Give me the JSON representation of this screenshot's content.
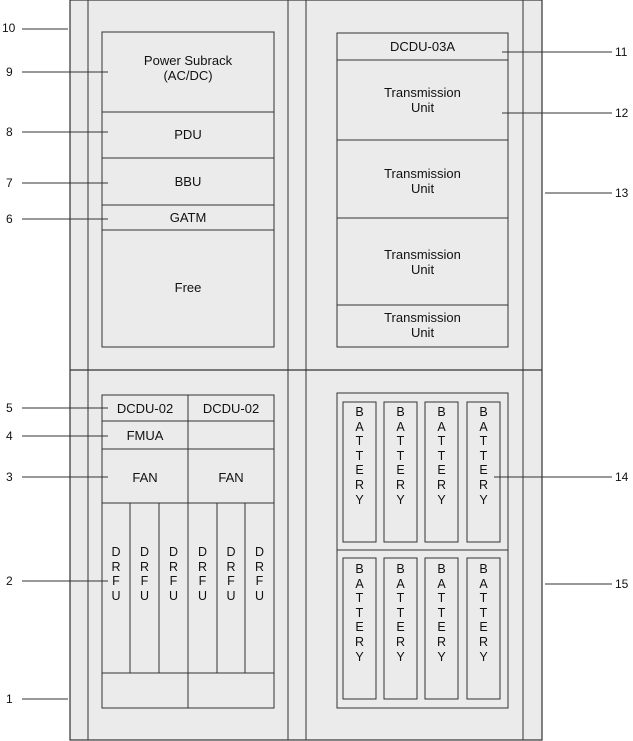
{
  "callouts": [
    "1",
    "2",
    "3",
    "4",
    "5",
    "6",
    "7",
    "8",
    "9",
    "10",
    "11",
    "12",
    "13",
    "14",
    "15"
  ],
  "upper_left": {
    "power_subrack": "Power Subrack\n(AC/DC)",
    "pdu": "PDU",
    "bbu": "BBU",
    "gatm": "GATM",
    "free": "Free"
  },
  "upper_right": {
    "dcdu": "DCDU-03A",
    "transmission_units": [
      "Transmission\nUnit",
      "Transmission\nUnit",
      "Transmission\nUnit",
      "Transmission\nUnit"
    ]
  },
  "lower_left": {
    "dcdu_left": "DCDU-02",
    "dcdu_right": "DCDU-02",
    "fmua": "FMUA",
    "fan_left": "FAN",
    "fan_right": "FAN",
    "drfu": [
      "DRFU",
      "DRFU",
      "DRFU",
      "DRFU",
      "DRFU",
      "DRFU"
    ]
  },
  "lower_right": {
    "batteries": [
      "BATTERY",
      "BATTERY",
      "BATTERY",
      "BATTERY",
      "BATTERY",
      "BATTERY",
      "BATTERY",
      "BATTERY"
    ]
  }
}
